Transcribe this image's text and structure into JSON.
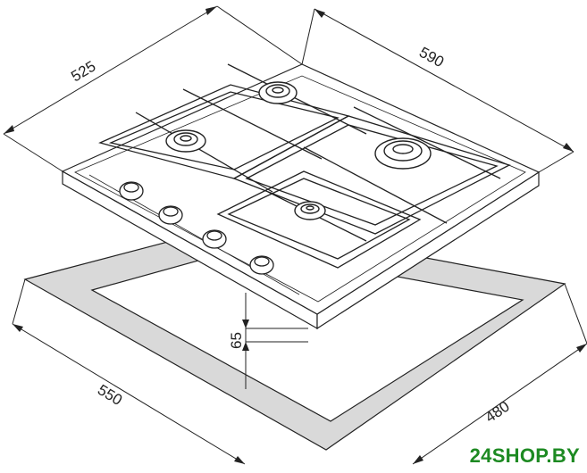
{
  "dimensions": {
    "top_left": "525",
    "top_right": "590",
    "depth": "65",
    "bottom_left": "550",
    "bottom_right": "480"
  },
  "watermark": "24SHOP.BY",
  "colors": {
    "line": "#222222",
    "cutout_fill": "#d9d9d9",
    "brand": "#1d8a22"
  }
}
